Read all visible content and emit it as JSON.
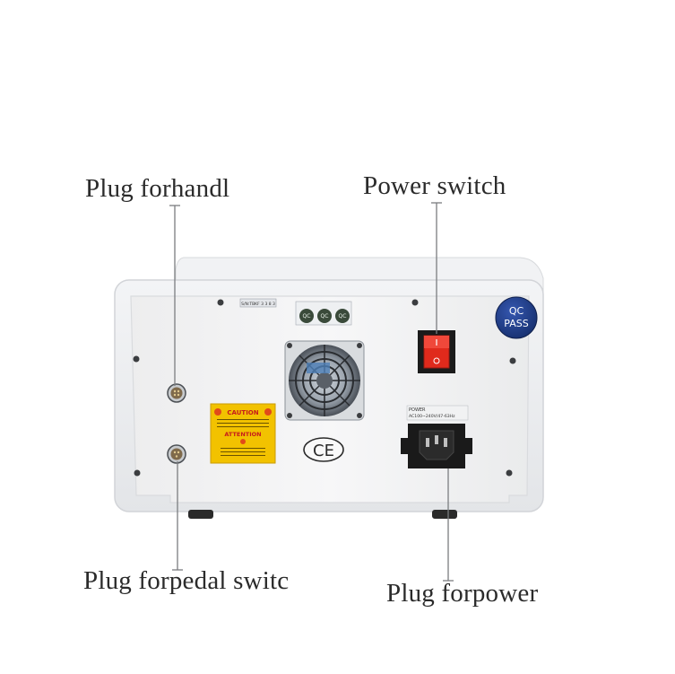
{
  "callouts": {
    "handle_plug": "Plug forhandl",
    "power_switch": "Power switch",
    "pedal_plug": "Plug forpedal switc",
    "power_plug": "Plug forpower"
  },
  "device": {
    "qc_badge": {
      "line1": "QC",
      "line2": "PASS",
      "color": "#1f3a8a"
    },
    "serial_label": "S/N:TBKF 3 3 8 3",
    "qc_stickers": [
      "QC",
      "QC",
      "QC"
    ],
    "caution": {
      "title": "CAUTION",
      "subtitle": "ATTENTION",
      "color": "#f2c200"
    },
    "ce_mark": "CE",
    "power_label": {
      "title": "POWER",
      "spec": "AC100~240V/47-63Hz"
    },
    "switch_color": "#e02a1c"
  },
  "icons": [
    "fan-icon",
    "screw-icon",
    "connector-icon",
    "iec-socket-icon",
    "rocker-switch-icon"
  ]
}
